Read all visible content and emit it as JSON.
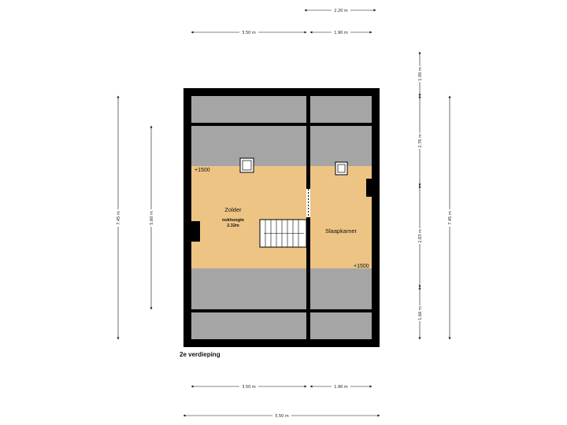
{
  "floor": {
    "title": "2e verdieping"
  },
  "rooms": {
    "zolder": {
      "name": "Zolder",
      "ridge_label": "nokhoogte",
      "ridge_value": "2.32m",
      "level": "+1500"
    },
    "slaapkamer": {
      "name": "Slaapkamer",
      "level": "+1500"
    }
  },
  "dimensions": {
    "top_extra": "2.20 m",
    "top_left": "3.50 m",
    "top_right": "1.90 m",
    "bottom_left": "3.50 m",
    "bottom_right": "1.90 m",
    "bottom_total": "5.50 m",
    "left_outer": "7.45 m",
    "left_inner": "5.60 m",
    "right_seg1": "1.00 m",
    "right_seg2": "2.76 m",
    "right_seg3": "2.83 m",
    "right_seg4": "1.66 m",
    "right_total": "7.45 m"
  },
  "colors": {
    "wall": "#000000",
    "floor_usable": "#eec484",
    "floor_low_ceiling": "#a5a5a5",
    "stairs": "#ffffff"
  }
}
